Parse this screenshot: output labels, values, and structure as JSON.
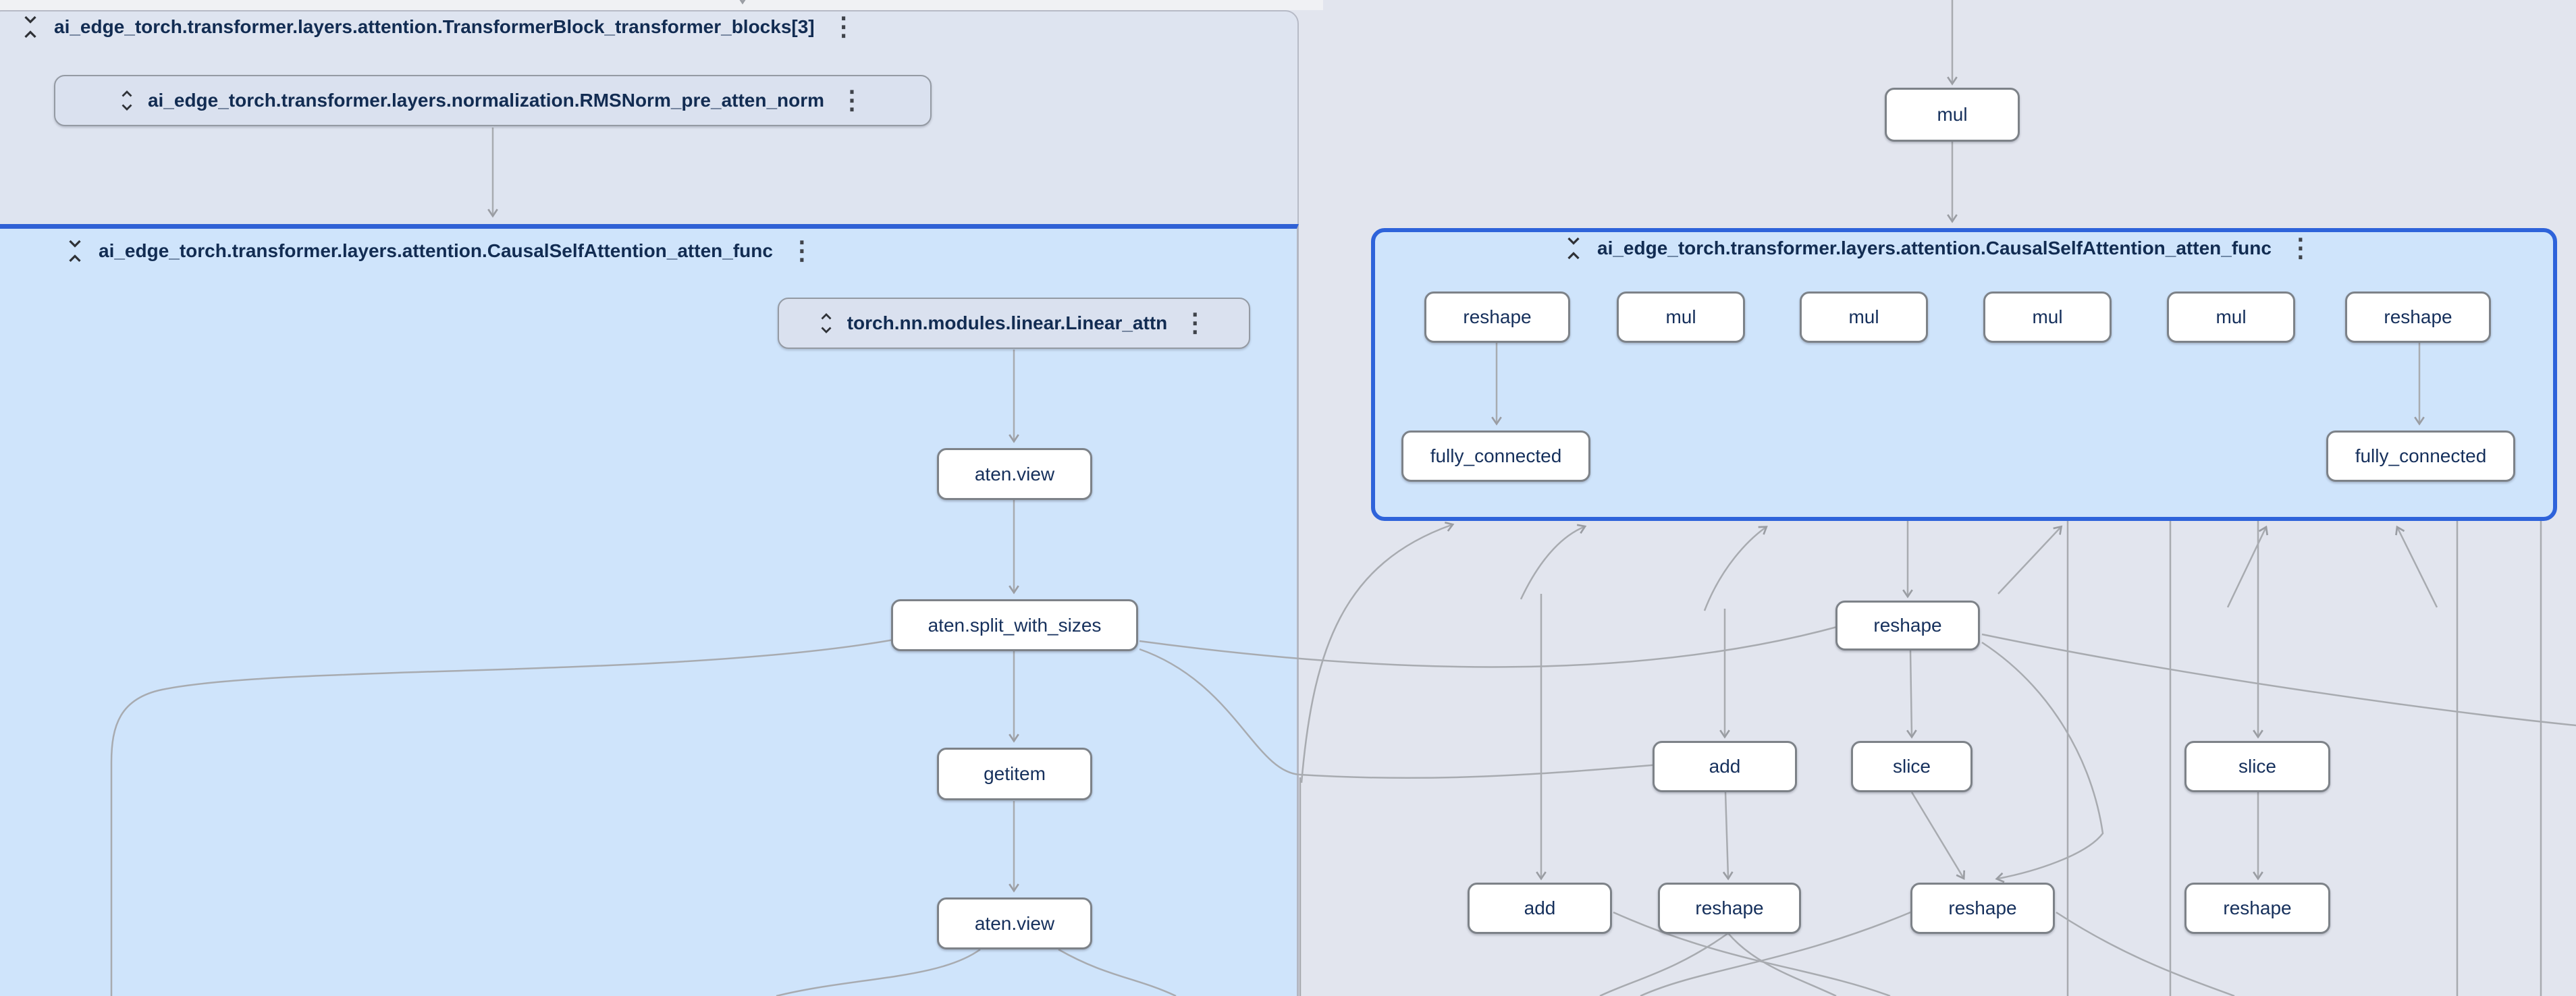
{
  "app": {
    "name": "model-explorer-graph"
  },
  "ui": {
    "kebab": "⋮"
  },
  "colors": {
    "selection_blue": "#2e63da",
    "attention_panel_fill": "#cfe4fb",
    "block_panel_fill": "#dee4f0",
    "node_fill": "#ffffff",
    "group_node_fill": "#dae1ef",
    "node_text": "#16305c",
    "edge_gray": "#a8abb0"
  },
  "left": {
    "transformer_block_header": "ai_edge_torch.transformer.layers.attention.TransformerBlock_transformer_blocks[3]",
    "rmsnorm_label": "ai_edge_torch.transformer.layers.normalization.RMSNorm_pre_atten_norm",
    "attention_header": "ai_edge_torch.transformer.layers.attention.CausalSelfAttention_atten_func",
    "linear_label": "torch.nn.modules.linear.Linear_attn",
    "nodes": [
      "aten.view",
      "aten.split_with_sizes",
      "getitem",
      "aten.view"
    ]
  },
  "right": {
    "mul_label": "mul",
    "attention_header": "ai_edge_torch.transformer.layers.attention.CausalSelfAttention_atten_func",
    "row1": [
      "reshape",
      "mul",
      "mul",
      "mul",
      "mul",
      "reshape"
    ],
    "fc_row": [
      "fully_connected",
      "fully_connected"
    ],
    "mid_reshape": "reshape",
    "row2": [
      "add",
      "slice",
      "slice"
    ],
    "row3": [
      "add",
      "reshape",
      "reshape",
      "reshape"
    ]
  }
}
